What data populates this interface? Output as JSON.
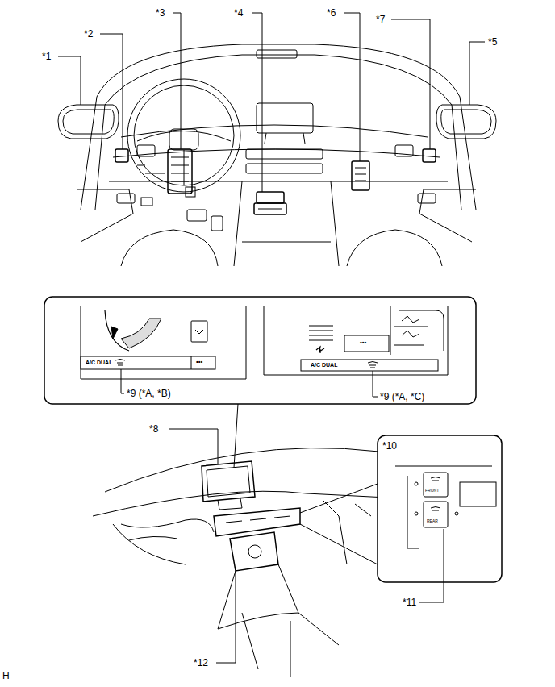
{
  "diagram": {
    "labels": [
      "*1",
      "*2",
      "*3",
      "*4",
      "*6",
      "*7",
      "*5",
      "A/C DUAL",
      "•••",
      "*9 (*A, *B)",
      "A/C DUAL",
      "•••",
      "*9 (*A, *C)",
      "*8",
      "*10",
      "FRONT",
      "REAR",
      "*11",
      "*12",
      "H"
    ]
  }
}
